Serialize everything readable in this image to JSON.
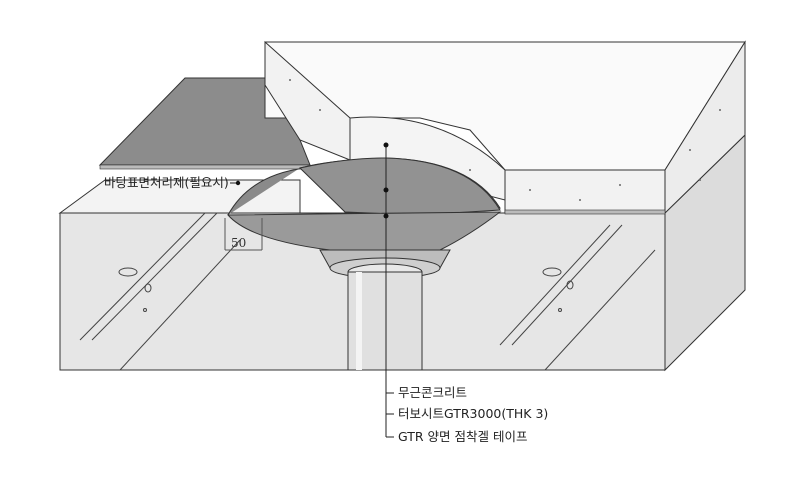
{
  "title": "배수구 방수 상세도",
  "labels": {
    "primer": "바탕표면처리제(필요시)",
    "dimension": "50",
    "layers": [
      "무근콘크리트",
      "터보시트GTR3000(THK 3)",
      "GTR 양면 점착겔 테이프"
    ]
  },
  "colors": {
    "membrane": "#8a8a8a",
    "concrete": "#f2f2f2",
    "base_face": "#e4e4e4",
    "line": "#333333"
  }
}
